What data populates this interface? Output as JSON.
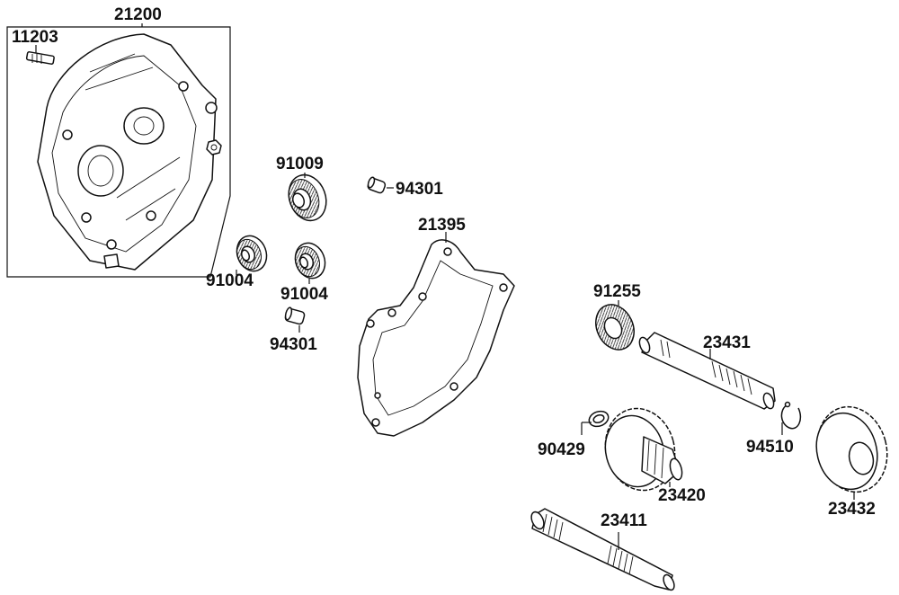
{
  "labels": {
    "p21200": "21200",
    "p11203": "11203",
    "p91009": "91009",
    "p94301a": "94301",
    "p21395": "21395",
    "p91004a": "91004",
    "p91004b": "91004",
    "p94301b": "94301",
    "p91255": "91255",
    "p23431": "23431",
    "p90429": "90429",
    "p94510": "94510",
    "p23420": "23420",
    "p23432": "23432",
    "p23411": "23411"
  }
}
